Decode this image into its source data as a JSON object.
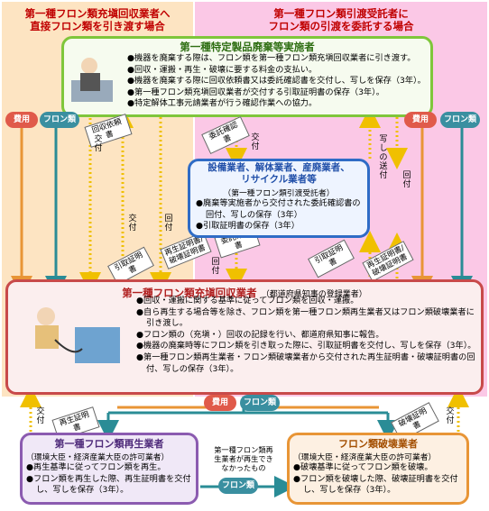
{
  "colors": {
    "left_band": "#fde4c2",
    "right_band": "#fbc8e6",
    "green": "#7fc63b",
    "blue": "#2f6cc6",
    "purple": "#8b5bb0",
    "orange": "#e89536",
    "salmon": "#e8807a",
    "teal": "#2a8c96",
    "pill_red": "#e05a4a",
    "pill_teal": "#3a8fa0"
  },
  "headers": {
    "left": "第一種フロン類充塡回収業者へ\n直接フロン類を引き渡す場合",
    "right": "第一種フロン類引渡受託者に\nフロン類の引渡を委託する場合"
  },
  "owner": {
    "title": "第一種特定製品廃棄等実施者",
    "items": [
      "●機器を廃棄する際は、フロン類を第一種フロン類充塡回収業者に引き渡す。",
      "●回収・運搬・再生・破壊に要する料金の支払い。",
      "●機器を廃棄する際に回収依頼書又は委託確認書を交付し、写しを保存（3年）。",
      "●第一種フロン類充塡回収業者が交付する引取証明書の保存（3年）。",
      "●特定解体工事元請業者が行う確認作業への協力。"
    ]
  },
  "agent": {
    "title": "設備業者、解体業者、産廃業者、\nリサイクル業者等",
    "subtitle": "（第一種フロン類引渡受託者）",
    "items": [
      "●廃棄等実施者から交付された委託確認書の回付、写しの保存（3年）",
      "●引取証明書の保存（3年）"
    ]
  },
  "collector": {
    "title": "第一種フロン類充塡回収業者",
    "subtitle": "（都道府県知事の登録業者）",
    "items": [
      "●回収・運搬に関する基準に従ってフロン類を回収・運搬。",
      "●自ら再生する場合等を除き、フロン類を第一種フロン類再生業者又はフロン類破壊業者に引き渡し。",
      "●フロン類の（充塡・）回収の記録を行い、都道府県知事に報告。",
      "●機器の廃棄時等にフロン類を引き取った際に、引取証明書を交付し、写しを保存（3年）。",
      "●第一種フロン類再生業者・フロン類破壊業者から交付された再生証明書・破壊証明書の回付、写しの保存（3年）。"
    ]
  },
  "recycler": {
    "title": "第一種フロン類再生業者",
    "subtitle": "（環境大臣・経済産業大臣の許可業者）",
    "items": [
      "●再生基準に従ってフロン類を再生。",
      "●フロン類を再生した際、再生証明書を交付し、写しを保存（3年）。"
    ]
  },
  "destroyer": {
    "title": "フロン類破壊業者",
    "subtitle": "（環境大臣・経済産業大臣の許可業者）",
    "items": [
      "●破壊基準に従ってフロン類を破壊。",
      "●フロン類を破壊した際、破壊証明書を交付し、写しを保存（3年）。"
    ]
  },
  "pills": {
    "fee": "費用",
    "freon": "フロン類"
  },
  "tags": {
    "request": "回収依頼書",
    "consign": "委託確認書",
    "consign2": "委託確認書",
    "pickup_left": "引取証明書",
    "pickup_right": "引取証明書",
    "regen_destroy_left": "再生証明書/\n破壊証明書",
    "regen_destroy_right": "再生証明書/\n破壊証明書",
    "regen": "再生証明書",
    "destroy": "破壊証明書"
  },
  "vlabels": {
    "issue": "交付",
    "return": "回付",
    "copy_return": "写しの送付"
  },
  "middle_note": "第一種フロン類再\n生業者が再生でき\nなかったもの"
}
